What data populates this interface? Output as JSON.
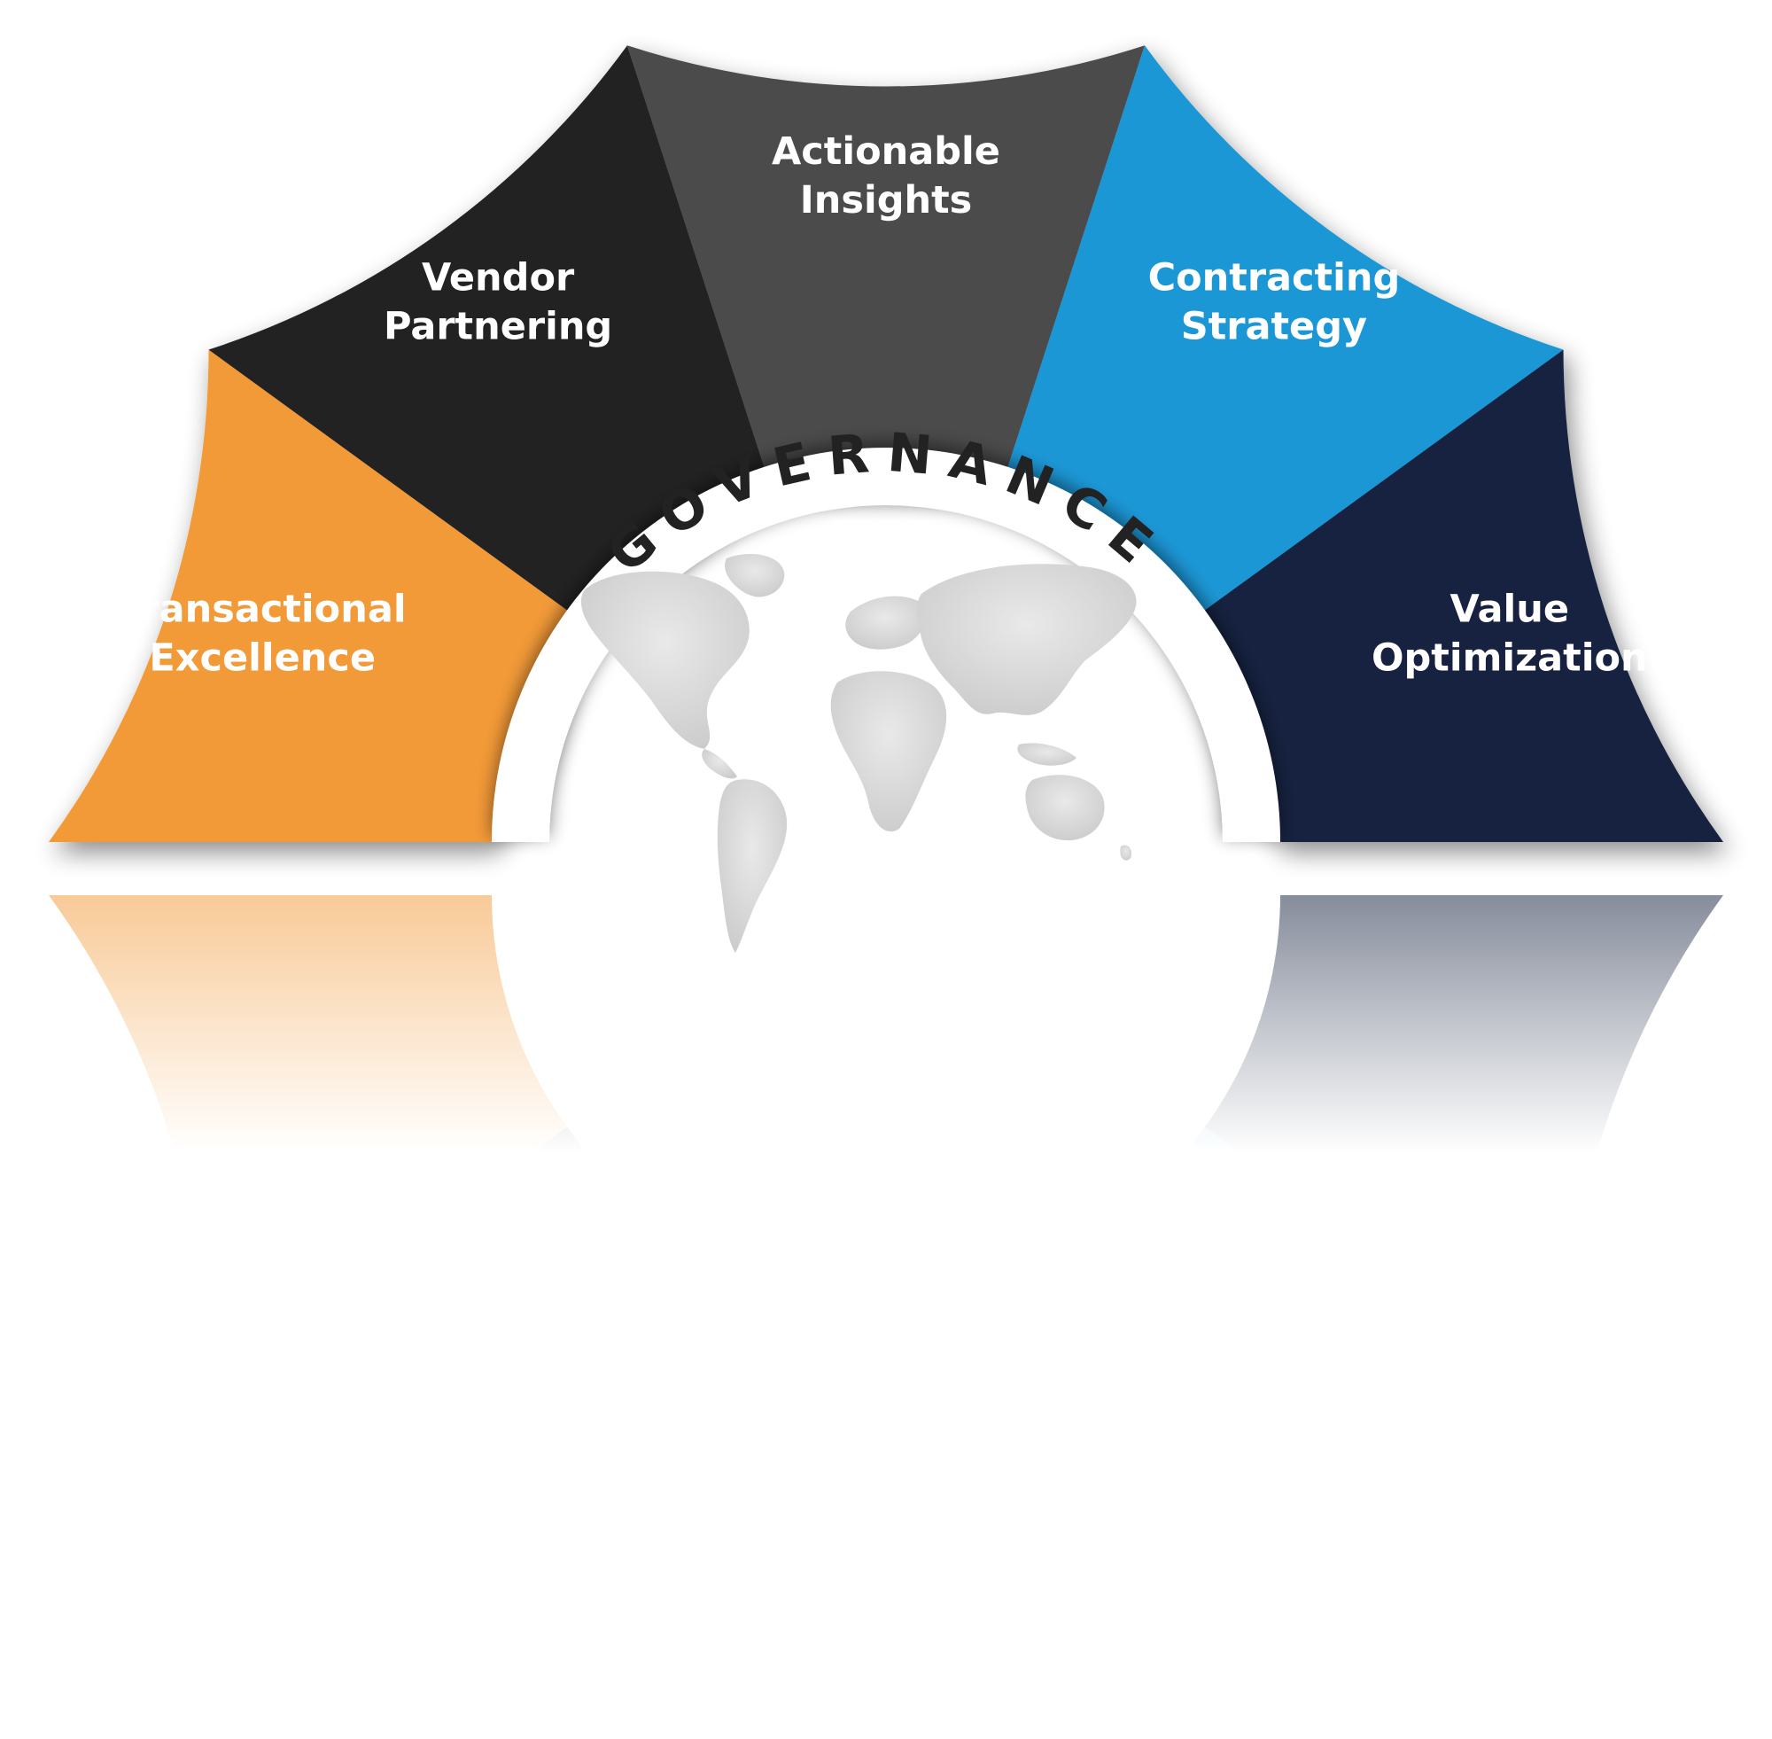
{
  "center_label": "GOVERNANCE",
  "segments": [
    {
      "id": "transactional-excellence",
      "lines": [
        "Transactional",
        "Excellence"
      ],
      "color": "#F39A38"
    },
    {
      "id": "vendor-partnering",
      "lines": [
        "Vendor",
        "Partnering"
      ],
      "color": "#232323"
    },
    {
      "id": "actionable-insights",
      "lines": [
        "Actionable",
        "Insights"
      ],
      "color": "#4B4B4B"
    },
    {
      "id": "contracting-strategy",
      "lines": [
        "Contracting",
        "Strategy"
      ],
      "color": "#1E97D6"
    },
    {
      "id": "value-optimization",
      "lines": [
        "Value",
        "Optimization"
      ],
      "color": "#14213F"
    }
  ],
  "colors": {
    "ring": "#ffffff",
    "map": "#d8d8d8",
    "text": "#ffffff",
    "center_text": "#222222"
  }
}
